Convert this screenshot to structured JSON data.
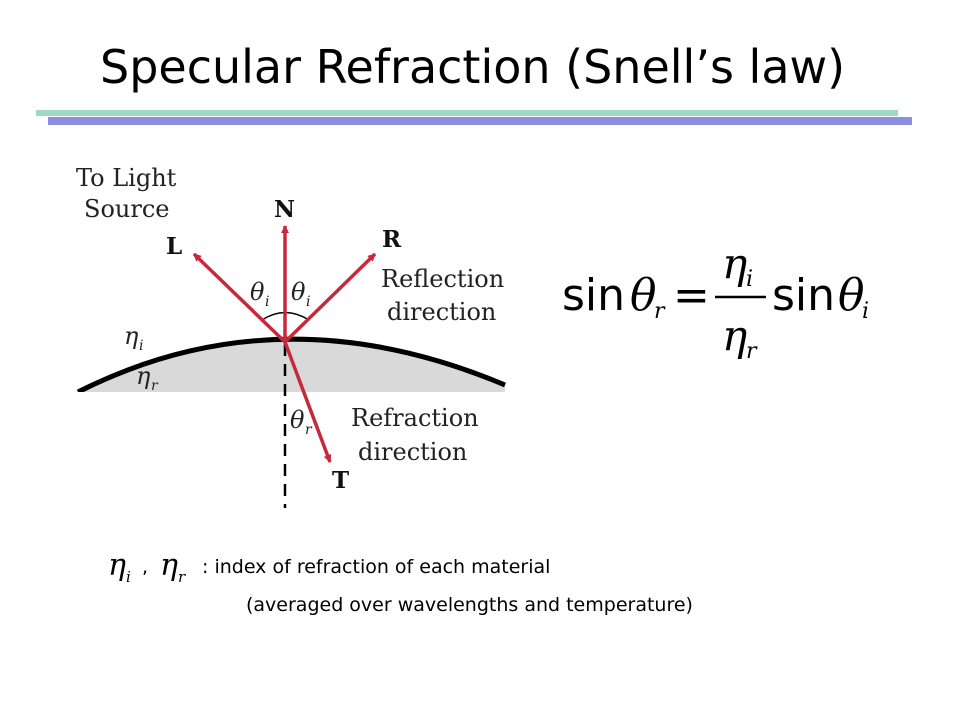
{
  "title": "Specular Refraction (Snell’s law)",
  "colors": {
    "arrow": "#c8283c",
    "surface_fill": "#d9d9d9",
    "rule_light": "#9fd8c8",
    "rule_dark": "#8e8ee0"
  },
  "diagram": {
    "light_source_label_line1": "To Light",
    "light_source_label_line2": "Source",
    "L": "L",
    "N": "N",
    "R": "R",
    "T": "T",
    "reflection_line1": "Reflection",
    "reflection_line2": "direction",
    "refraction_line1": "Refraction",
    "refraction_line2": "direction",
    "theta": "θ",
    "eta": "η",
    "i": "i",
    "r": "r"
  },
  "equation": {
    "sin": "sin",
    "theta": "θ",
    "eta": "η",
    "i": "i",
    "r": "r",
    "equals": "="
  },
  "footer": {
    "comma": ",",
    "line1": ": index of refraction of each material",
    "line2": "(averaged over wavelengths and temperature)"
  }
}
